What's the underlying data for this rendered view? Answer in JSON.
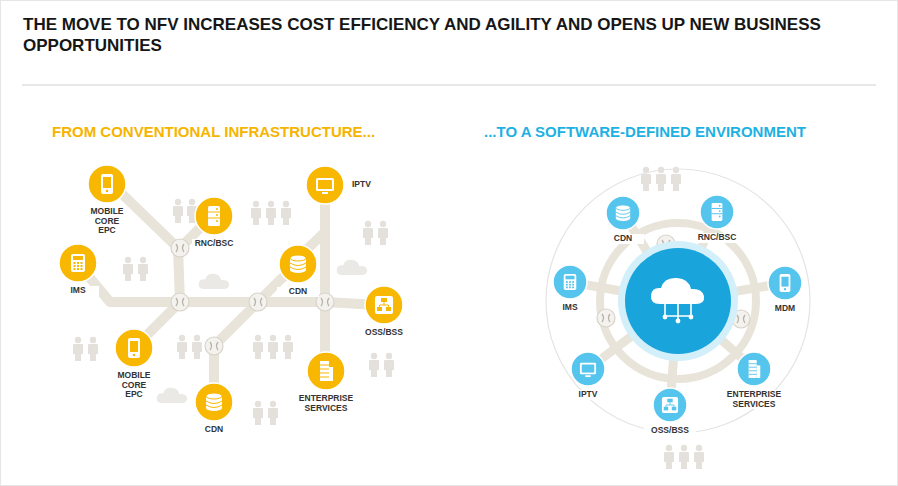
{
  "diagram": {
    "title": "THE MOVE TO NFV INCREASES COST EFFICIENCY AND AGILITY AND OPENS UP NEW BUSINESS OPPORTUNITIES",
    "nodes": [
      {
        "text": [
          "MOBILE CORE EPC"
        ]
      },
      {
        "text": [
          "IPTV"
        ]
      },
      {
        "text": [
          "RNC/BSC"
        ]
      },
      {
        "text": [
          "IMS"
        ]
      },
      {
        "text": [
          "CDN"
        ]
      },
      {
        "text": [
          "OSS/BSS"
        ]
      },
      {
        "text": [
          "MOBILE CORE EPC"
        ]
      },
      {
        "text": [
          "ENTERPRISE SERVICES"
        ]
      },
      {
        "text": [
          "CDN"
        ]
      },
      {
        "text": [
          "CDN"
        ]
      },
      {
        "text": [
          "RNC/BSC"
        ]
      },
      {
        "text": [
          "IMS"
        ]
      },
      {
        "text": [
          "MDM"
        ]
      },
      {
        "text": [
          "IPTV"
        ]
      },
      {
        "text": [
          "ENTERPRISE SERVICES"
        ]
      },
      {
        "text": [
          "OSS/BSS"
        ]
      }
    ],
    "labels": [
      "FROM CONVENTIONAL INFRASTRUCTURE...",
      "...TO A SOFTWARE-DEFINED ENVIRONMENT"
    ]
  }
}
